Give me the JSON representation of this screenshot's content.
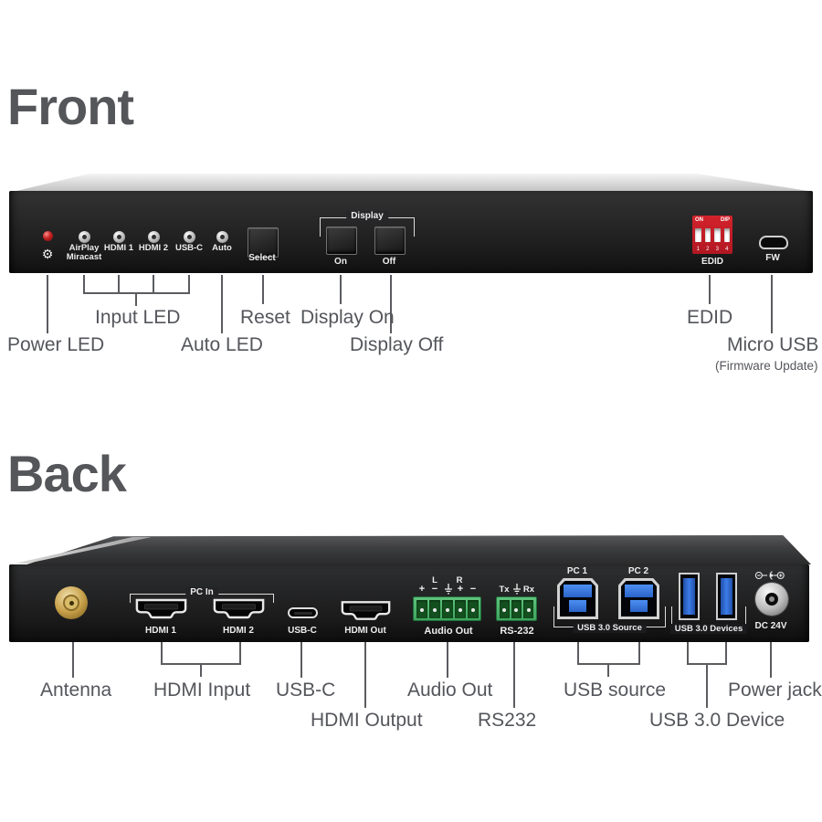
{
  "headings": {
    "front": "Front",
    "back": "Back"
  },
  "front_panel": {
    "power_icon": "⚙",
    "led_airplay_1": "AirPlay",
    "led_airplay_2": "Miracast",
    "led_hdmi1": "HDMI 1",
    "led_hdmi2": "HDMI 2",
    "led_usbc": "USB-C",
    "led_auto": "Auto",
    "select": "Select",
    "display": "Display",
    "on": "On",
    "off": "Off",
    "dip_on": "ON",
    "dip_dip": "DIP",
    "dip_1": "1",
    "dip_2": "2",
    "dip_3": "3",
    "dip_4": "4",
    "edid": "EDID",
    "fw": "FW"
  },
  "front_callouts": {
    "power_led": "Power LED",
    "input_led": "Input LED",
    "auto_led": "Auto LED",
    "reset": "Reset",
    "display_on": "Display On",
    "display_off": "Display Off",
    "edid": "EDID",
    "micro_usb": "Micro USB",
    "firmware_note": "(Firmware Update)"
  },
  "back_panel": {
    "pc_in": "PC In",
    "hdmi1": "HDMI 1",
    "hdmi2": "HDMI 2",
    "usbc": "USB-C",
    "hdmi_out": "HDMI Out",
    "audio_l": "L",
    "audio_r": "R",
    "audio_p1": "+",
    "audio_m1": "−",
    "audio_p2": "+",
    "audio_m2": "−",
    "audio_out": "Audio Out",
    "tx": "Tx",
    "rx": "Rx",
    "rs232": "RS-232",
    "pc1": "PC 1",
    "pc2": "PC 2",
    "usb_source": "USB 3.0 Source",
    "usb_devices": "USB 3.0 Devices",
    "dc": "DC 24V"
  },
  "back_callouts": {
    "antenna": "Antenna",
    "hdmi_input": "HDMI Input",
    "usbc": "USB-C",
    "hdmi_output": "HDMI Output",
    "audio_out": "Audio Out",
    "rs232": "RS232",
    "usb_source": "USB source",
    "usb_device": "USB 3.0 Device",
    "power_jack": "Power jack"
  },
  "colors": {
    "heading_gray": "#55565a",
    "callout_gray": "#54565b",
    "chassis_dark": "#232324",
    "accent_red": "#c52222",
    "dip_red": "#c8202a",
    "terminal_green": "#3fa55e",
    "usb_blue": "#2f6fd0",
    "antenna_gold": "#c9a24a"
  }
}
